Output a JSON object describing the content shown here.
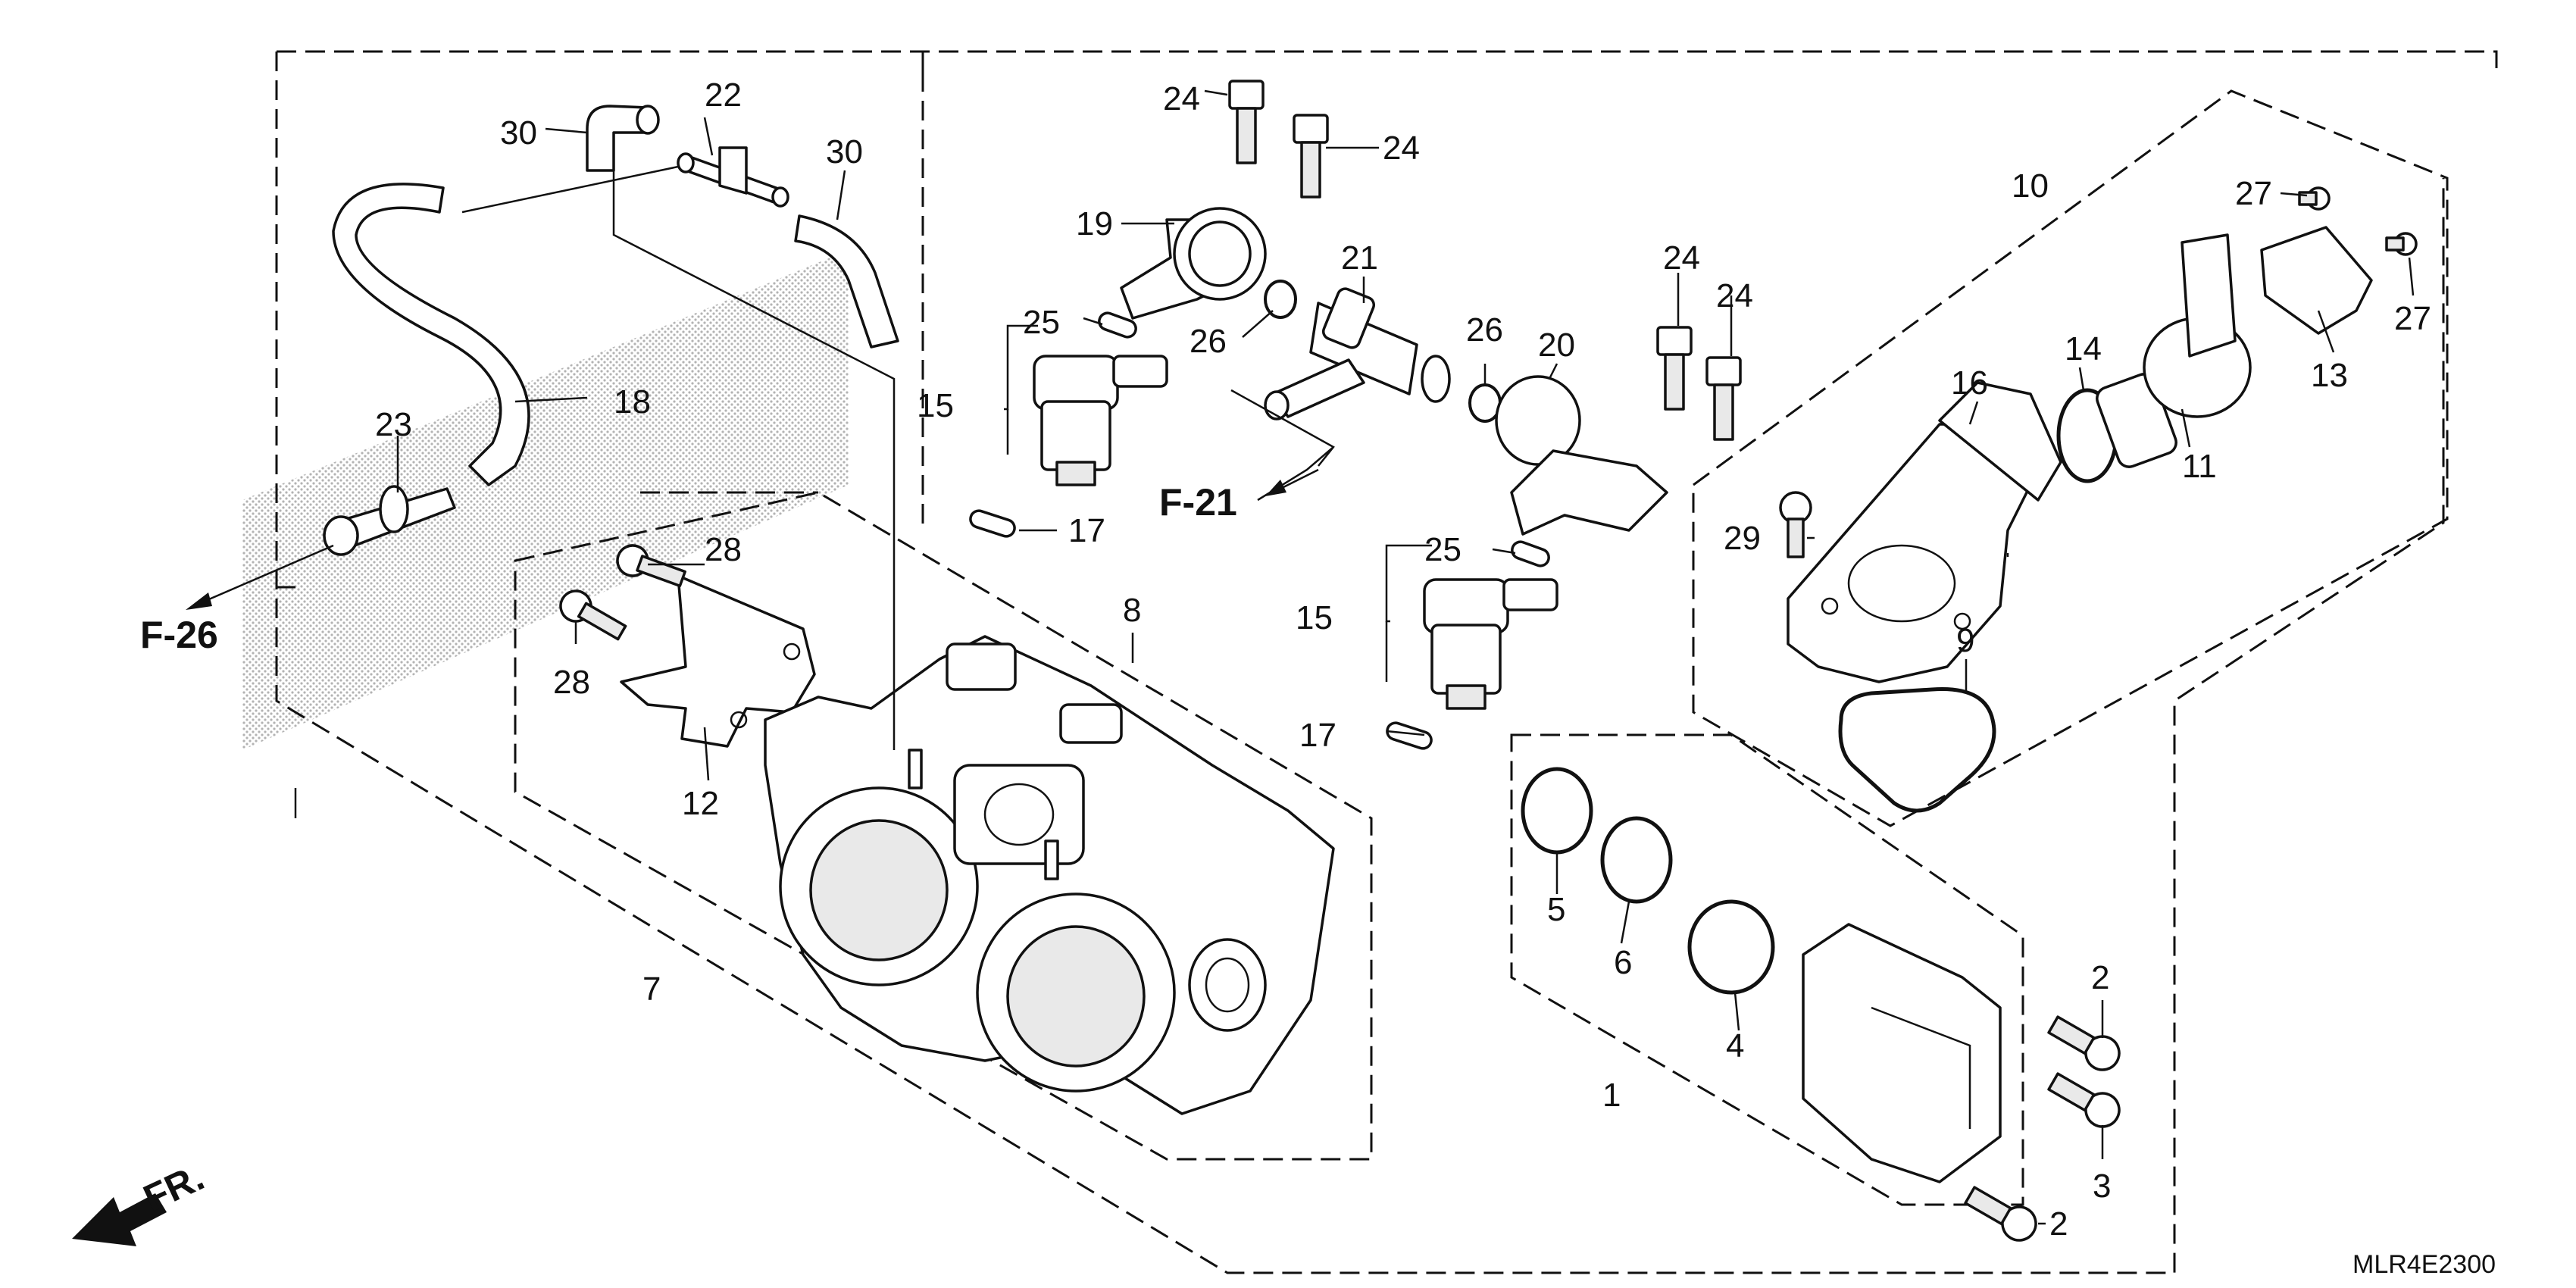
{
  "diagram": {
    "part_code": "MLR4E2300",
    "front_mark": "FR.",
    "refs": [
      "F-26",
      "F-21"
    ],
    "callouts": [
      "1",
      "2",
      "2",
      "3",
      "4",
      "5",
      "6",
      "7",
      "8",
      "9",
      "10",
      "11",
      "12",
      "13",
      "14",
      "15",
      "15",
      "16",
      "17",
      "17",
      "18",
      "19",
      "20",
      "21",
      "22",
      "23",
      "24",
      "24",
      "24",
      "24",
      "25",
      "25",
      "26",
      "26",
      "27",
      "27",
      "28",
      "28",
      "29",
      "30",
      "30"
    ]
  }
}
